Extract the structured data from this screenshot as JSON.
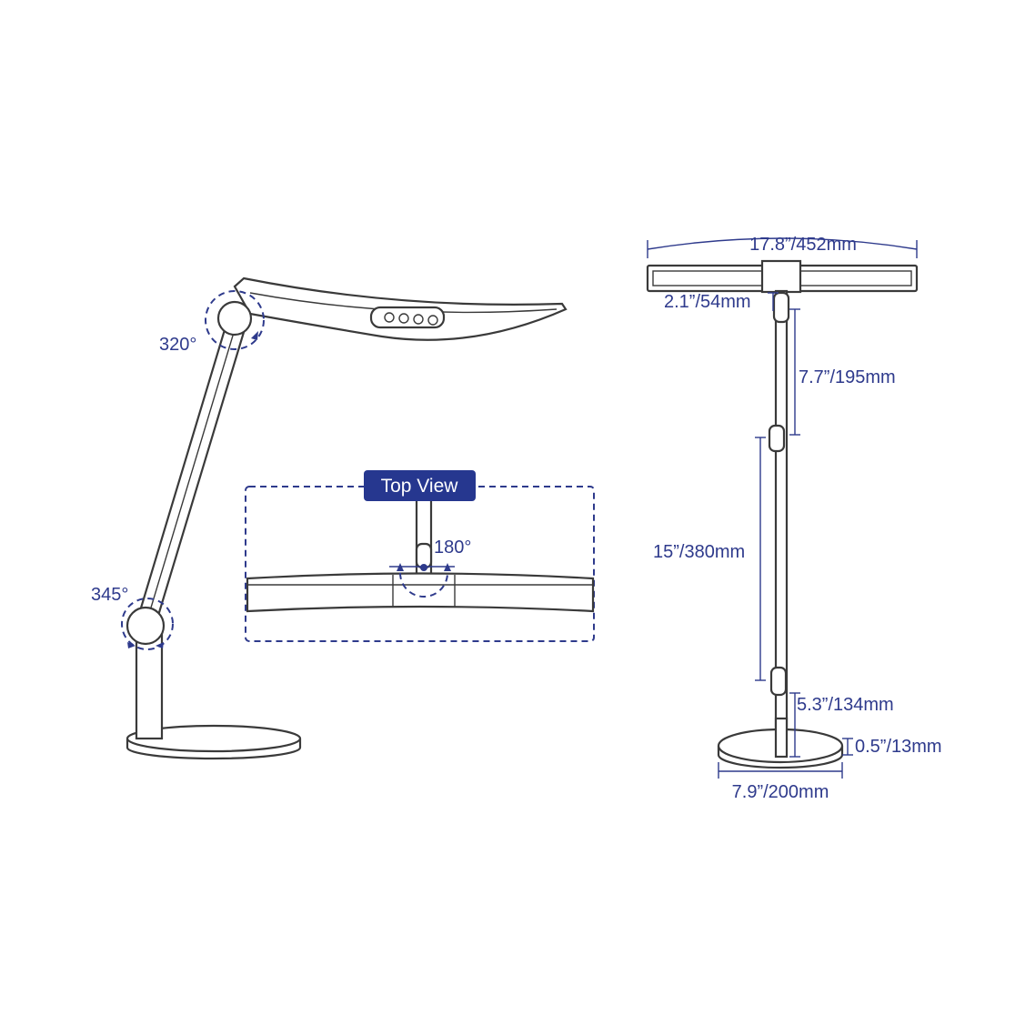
{
  "colors": {
    "accent": "#2e3a8c",
    "line": "#3a3a3a",
    "label_bg": "#26378f"
  },
  "side_view": {
    "upper_joint_angle": "320°",
    "lower_joint_angle": "345°"
  },
  "top_view": {
    "title": "Top View",
    "rotation_angle": "180°"
  },
  "front_view": {
    "head_width": "17.8”/452mm",
    "head_connector": "2.1”/54mm",
    "upper_arm": "7.7”/195mm",
    "lower_arm": "15”/380mm",
    "post_height": "5.3”/134mm",
    "base_thickness": "0.5”/13mm",
    "base_diameter": "7.9”/200mm"
  }
}
